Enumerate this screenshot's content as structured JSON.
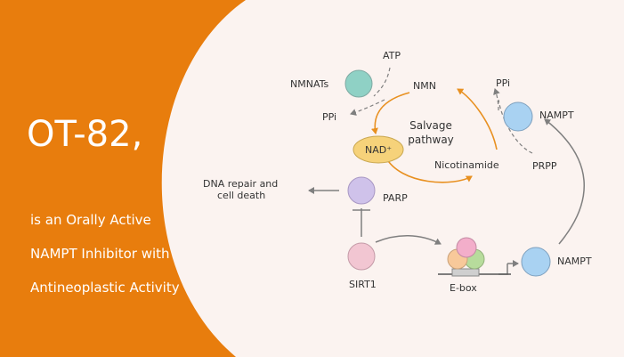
{
  "headline": {
    "title": "OT-82,",
    "lines": [
      "is an Orally Active",
      "NAMPT Inhibitor with",
      "Antineoplastic Activity"
    ]
  },
  "diagram": {
    "labels": {
      "atp": "ATP",
      "nmnats": "NMNATs",
      "nmn": "NMN",
      "ppi_left": "PPi",
      "ppi_top": "PPi",
      "nampt_top": "NAMPT",
      "salvage_line1": "Salvage",
      "salvage_line2": "pathway",
      "nad": "NAD⁺",
      "nicotinamide": "Nicotinamide",
      "prpp": "PRPP",
      "dna_line1": "DNA repair and",
      "dna_line2": "cell death",
      "parp": "PARP",
      "sirt1": "SIRT1",
      "ebox": "E-box",
      "nampt_bottom": "NAMPT"
    }
  },
  "colors": {
    "orange": "#e87d0d",
    "light_bg": "#fbf3f0",
    "arrow_orange": "#e89020",
    "arrow_gray": "#7f7f7f",
    "nmnats_fill": "#8fd1c5",
    "nampt_fill": "#a9d2f2",
    "nad_fill": "#f6d27a",
    "parp_fill": "#cfc2ea",
    "sirt1_fill": "#f2c6d2",
    "ebox_green": "#b7dc9c",
    "ebox_orange": "#f8c99a",
    "ebox_pink": "#f3aeca"
  }
}
